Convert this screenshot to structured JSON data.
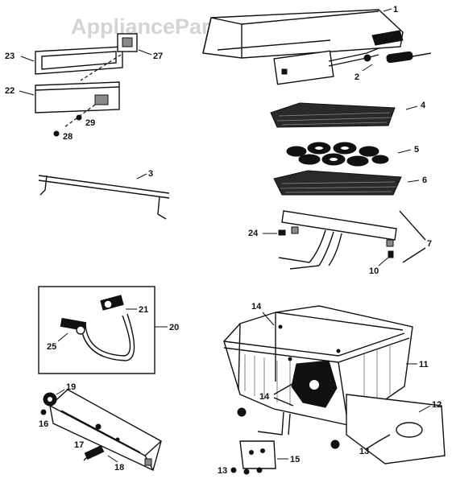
{
  "watermark": "AppliancePartsPros.com",
  "callouts": {
    "c1": "1",
    "c2": "2",
    "c3": "3",
    "c4": "4",
    "c5": "5",
    "c6": "6",
    "c7": "7",
    "c10": "10",
    "c11": "11",
    "c12": "12",
    "c13a": "13",
    "c13b": "13",
    "c14a": "14",
    "c14b": "14",
    "c15": "15",
    "c16": "16",
    "c17": "17",
    "c18": "18",
    "c19": "19",
    "c20": "20",
    "c21": "21",
    "c22": "22",
    "c23": "23",
    "c24": "24",
    "c25": "25",
    "c27": "27",
    "c28": "28",
    "c29": "29"
  }
}
